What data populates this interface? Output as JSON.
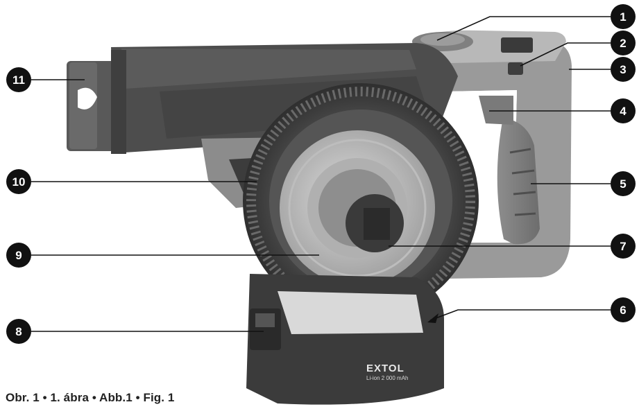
{
  "caption": "Obr. 1 • 1. ábra • Abb.1 • Fig. 1",
  "product_label": {
    "brand": "EXTOL",
    "battery": "Li-ion 2 000 mAh"
  },
  "callouts": [
    {
      "label": "1"
    },
    {
      "label": "2"
    },
    {
      "label": "3"
    },
    {
      "label": "4"
    },
    {
      "label": "5"
    },
    {
      "label": "6"
    },
    {
      "label": "7"
    },
    {
      "label": "8"
    },
    {
      "label": "9"
    },
    {
      "label": "10"
    },
    {
      "label": "11"
    }
  ]
}
